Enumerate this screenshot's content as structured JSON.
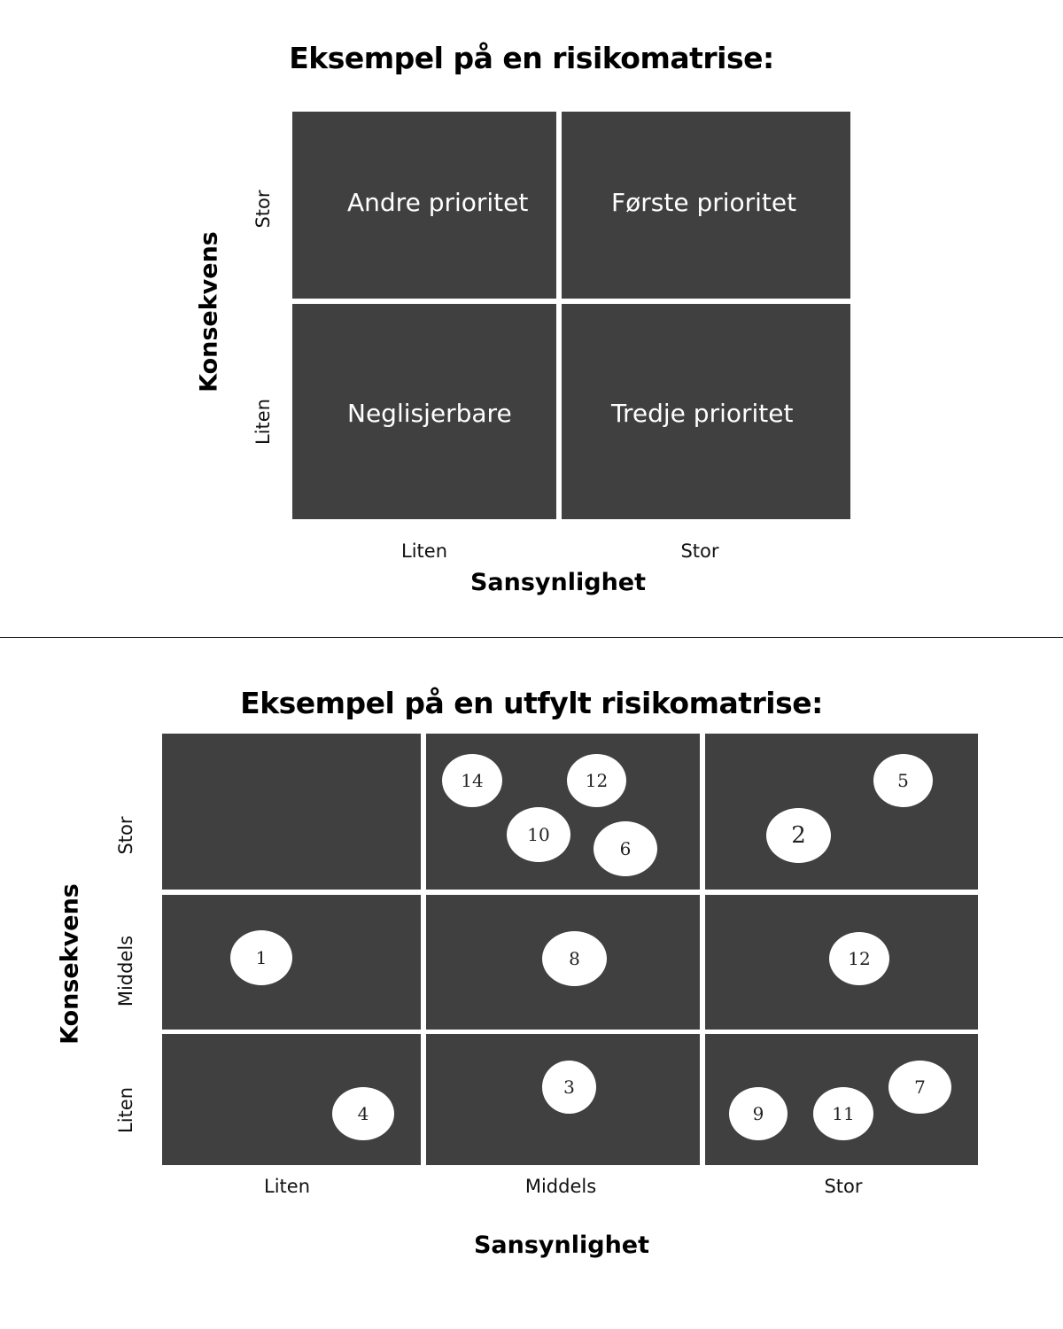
{
  "matrix1": {
    "title": "Eksempel på en risikomatrise:",
    "x_axis_title": "Sansynlighet",
    "y_axis_title": "Konsekvens",
    "x_ticks": [
      "Liten",
      "Stor"
    ],
    "y_ticks": [
      "Stor",
      "Liten"
    ],
    "cells": {
      "top_left": "Andre prioritet",
      "top_right": "Første prioritet",
      "bottom_left": "Neglisjerbare",
      "bottom_right": "Tredje prioritet"
    },
    "cell_color": "#404040"
  },
  "matrix2": {
    "title": "Eksempel på en utfylt risikomatrise:",
    "x_axis_title": "Sansynlighet",
    "y_axis_title": "Konsekvens",
    "x_ticks": [
      "Liten",
      "Middels",
      "Stor"
    ],
    "y_ticks": [
      "Stor",
      "Middels",
      "Liten"
    ],
    "risks": [
      {
        "label": "14",
        "sansynlighet": "Middels",
        "konsekvens": "Stor"
      },
      {
        "label": "12",
        "sansynlighet": "Middels",
        "konsekvens": "Stor"
      },
      {
        "label": "10",
        "sansynlighet": "Middels",
        "konsekvens": "Stor"
      },
      {
        "label": "6",
        "sansynlighet": "Middels",
        "konsekvens": "Stor"
      },
      {
        "label": "5",
        "sansynlighet": "Stor",
        "konsekvens": "Stor"
      },
      {
        "label": "2",
        "sansynlighet": "Stor",
        "konsekvens": "Stor"
      },
      {
        "label": "1",
        "sansynlighet": "Liten",
        "konsekvens": "Middels"
      },
      {
        "label": "8",
        "sansynlighet": "Middels",
        "konsekvens": "Middels"
      },
      {
        "label": "12",
        "sansynlighet": "Stor",
        "konsekvens": "Middels"
      },
      {
        "label": "4",
        "sansynlighet": "Liten",
        "konsekvens": "Liten"
      },
      {
        "label": "3",
        "sansynlighet": "Middels",
        "konsekvens": "Liten"
      },
      {
        "label": "9",
        "sansynlighet": "Stor",
        "konsekvens": "Liten"
      },
      {
        "label": "11",
        "sansynlighet": "Stor",
        "konsekvens": "Liten"
      },
      {
        "label": "7",
        "sansynlighet": "Stor",
        "konsekvens": "Liten"
      }
    ],
    "cell_color": "#404040"
  }
}
